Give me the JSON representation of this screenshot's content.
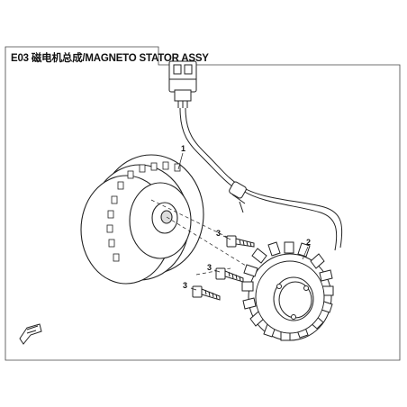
{
  "diagram": {
    "code": "E03",
    "title": "磁电机总成/MAGNETO STATOR ASSY",
    "callouts": [
      "1",
      "2",
      "3",
      "3",
      "3"
    ],
    "badge_icon": "fwd-arrow-icon"
  }
}
